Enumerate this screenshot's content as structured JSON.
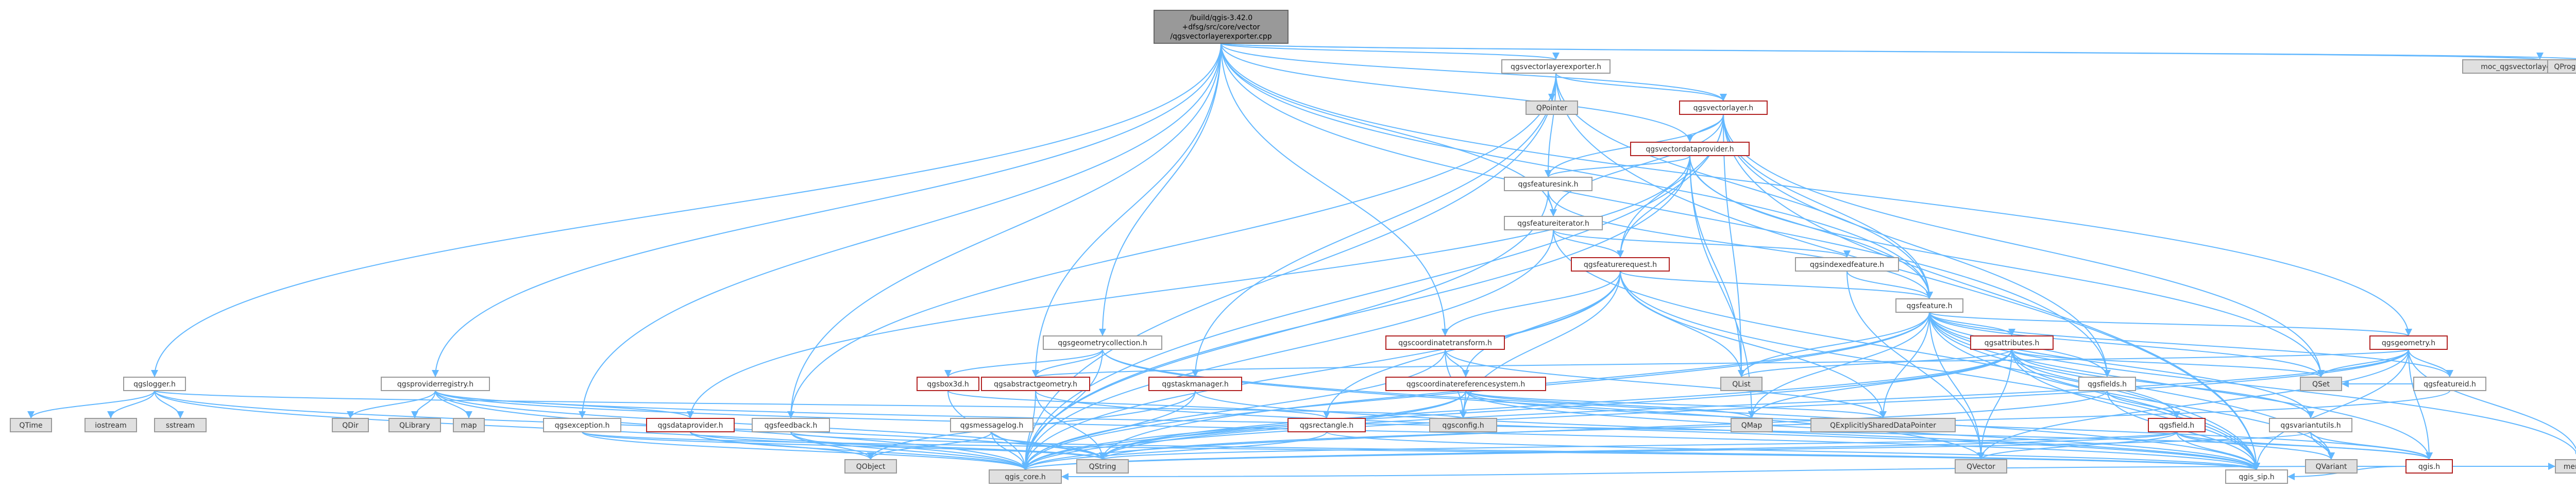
{
  "colors": {
    "edge": "#63b8ff",
    "node_fill": "#ffffff",
    "node_stroke": "#9a9a9a",
    "red_stroke": "#b22222",
    "gray_fill": "#e0e0e0",
    "root_fill": "#999999",
    "text": "#333333"
  },
  "nodes": [
    {
      "id": "root",
      "lines": [
        "/build/qgis-3.42.0",
        "+dfsg/src/core/vector",
        "/qgsvectorlayerexporter.cpp"
      ],
      "style": "root"
    },
    {
      "id": "qgsvectorlayerexporter_h",
      "lines": [
        "qgsvectorlayerexporter.h"
      ],
      "style": "normal"
    },
    {
      "id": "moc",
      "lines": [
        "moc_qgsvectorlayerexporter.cpp"
      ],
      "style": "gray"
    },
    {
      "id": "qprogressdialog",
      "lines": [
        "QProgressDialog"
      ],
      "style": "gray"
    },
    {
      "id": "qpointer",
      "lines": [
        "QPointer"
      ],
      "style": "gray"
    },
    {
      "id": "qgsvectorlayer_h",
      "lines": [
        "qgsvectorlayer.h"
      ],
      "style": "red"
    },
    {
      "id": "qgsvectordataprovider_h",
      "lines": [
        "qgsvectordataprovider.h"
      ],
      "style": "red"
    },
    {
      "id": "qgsfeaturesink_h",
      "lines": [
        "qgsfeaturesink.h"
      ],
      "style": "normal"
    },
    {
      "id": "qgsfeatureiterator_h",
      "lines": [
        "qgsfeatureiterator.h"
      ],
      "style": "normal"
    },
    {
      "id": "qgsfeaturerequest_h",
      "lines": [
        "qgsfeaturerequest.h"
      ],
      "style": "red"
    },
    {
      "id": "qgsindexedfeature_h",
      "lines": [
        "qgsindexedfeature.h"
      ],
      "style": "normal"
    },
    {
      "id": "qgsfeature_h",
      "lines": [
        "qgsfeature.h"
      ],
      "style": "normal"
    },
    {
      "id": "qgsgeometrycollection_h",
      "lines": [
        "qgsgeometrycollection.h"
      ],
      "style": "normal"
    },
    {
      "id": "qgscoordinatetransform_h",
      "lines": [
        "qgscoordinatetransform.h"
      ],
      "style": "red"
    },
    {
      "id": "qgscrs_h",
      "lines": [
        "qgscoordinatereferencesystem.h"
      ],
      "style": "red"
    },
    {
      "id": "qgsattributes_h",
      "lines": [
        "qgsattributes.h"
      ],
      "style": "red"
    },
    {
      "id": "qgsfields_h",
      "lines": [
        "qgsfields.h"
      ],
      "style": "normal"
    },
    {
      "id": "qgsgeometry_h",
      "lines": [
        "qgsgeometry.h"
      ],
      "style": "red"
    },
    {
      "id": "qgsfeatureid_h",
      "lines": [
        "qgsfeatureid.h"
      ],
      "style": "normal"
    },
    {
      "id": "qgslogger_h",
      "lines": [
        "qgslogger.h"
      ],
      "style": "normal"
    },
    {
      "id": "qgsproviderregistry_h",
      "lines": [
        "qgsproviderregistry.h"
      ],
      "style": "normal"
    },
    {
      "id": "qgsexception_h",
      "lines": [
        "qgsexception.h"
      ],
      "style": "normal"
    },
    {
      "id": "qgsfeedback_h",
      "lines": [
        "qgsfeedback.h"
      ],
      "style": "normal"
    },
    {
      "id": "qgsmessagelog_h",
      "lines": [
        "qgsmessagelog.h"
      ],
      "style": "normal"
    },
    {
      "id": "qgsbox3d_h",
      "lines": [
        "qgsbox3d.h"
      ],
      "style": "red"
    },
    {
      "id": "qgsabstractgeometry_h",
      "lines": [
        "qgsabstractgeometry.h"
      ],
      "style": "red"
    },
    {
      "id": "qgstaskmanager_h",
      "lines": [
        "qgstaskmanager.h"
      ],
      "style": "red"
    },
    {
      "id": "qgsdataprovider_h",
      "lines": [
        "qgsdataprovider.h"
      ],
      "style": "red"
    },
    {
      "id": "qgsrectangle_h",
      "lines": [
        "qgsrectangle.h"
      ],
      "style": "red"
    },
    {
      "id": "qgsconfig_h",
      "lines": [
        "qgsconfig.h"
      ],
      "style": "gray"
    },
    {
      "id": "qgsvariantutils_h",
      "lines": [
        "qgsvariantutils.h"
      ],
      "style": "normal"
    },
    {
      "id": "qgsfield_h",
      "lines": [
        "qgsfield.h"
      ],
      "style": "red"
    },
    {
      "id": "qgis_h",
      "lines": [
        "qgis.h"
      ],
      "style": "red"
    },
    {
      "id": "qgis_core_h",
      "lines": [
        "qgis_core.h"
      ],
      "style": "gray"
    },
    {
      "id": "qgis_sip_h",
      "lines": [
        "qgis_sip.h"
      ],
      "style": "normal"
    },
    {
      "id": "qtime",
      "lines": [
        "QTime"
      ],
      "style": "gray"
    },
    {
      "id": "iostream",
      "lines": [
        "iostream"
      ],
      "style": "gray"
    },
    {
      "id": "sstream",
      "lines": [
        "sstream"
      ],
      "style": "gray"
    },
    {
      "id": "qdir",
      "lines": [
        "QDir"
      ],
      "style": "gray"
    },
    {
      "id": "qlibrary",
      "lines": [
        "QLibrary"
      ],
      "style": "gray"
    },
    {
      "id": "map",
      "lines": [
        "map"
      ],
      "style": "gray"
    },
    {
      "id": "qobject",
      "lines": [
        "QObject"
      ],
      "style": "gray"
    },
    {
      "id": "qstring",
      "lines": [
        "QString"
      ],
      "style": "gray"
    },
    {
      "id": "qmap",
      "lines": [
        "QMap"
      ],
      "style": "gray"
    },
    {
      "id": "qexplicitly",
      "lines": [
        "QExplicitlySharedDataPointer"
      ],
      "style": "gray"
    },
    {
      "id": "qlist",
      "lines": [
        "QList"
      ],
      "style": "gray"
    },
    {
      "id": "qset",
      "lines": [
        "QSet"
      ],
      "style": "gray"
    },
    {
      "id": "qvector",
      "lines": [
        "QVector"
      ],
      "style": "gray"
    },
    {
      "id": "qvariant",
      "lines": [
        "QVariant"
      ],
      "style": "gray"
    },
    {
      "id": "memory",
      "lines": [
        "memory"
      ],
      "style": "gray"
    }
  ],
  "edges": [
    [
      "root",
      "qgsvectorlayerexporter_h"
    ],
    [
      "root",
      "moc"
    ],
    [
      "root",
      "qprogressdialog"
    ],
    [
      "root",
      "qgsvectorlayer_h"
    ],
    [
      "root",
      "qgsvectordataprovider_h"
    ],
    [
      "root",
      "qgsfeatureiterator_h"
    ],
    [
      "root",
      "qgsfeature_h"
    ],
    [
      "root",
      "qgsgeometrycollection_h"
    ],
    [
      "root",
      "qgscoordinatetransform_h"
    ],
    [
      "root",
      "qgsabstractgeometry_h"
    ],
    [
      "root",
      "qgslogger_h"
    ],
    [
      "root",
      "qgsproviderregistry_h"
    ],
    [
      "root",
      "qgsexception_h"
    ],
    [
      "root",
      "qgsfeedback_h"
    ],
    [
      "root",
      "qgsgeometry_h"
    ],
    [
      "root",
      "qgsfields_h"
    ],
    [
      "qgsvectorlayerexporter_h",
      "qpointer"
    ],
    [
      "qgsvectorlayerexporter_h",
      "qgsvectorlayer_h"
    ],
    [
      "qgsvectorlayerexporter_h",
      "qgsfeaturesink_h"
    ],
    [
      "qgsvectorlayerexporter_h",
      "qgstaskmanager_h"
    ],
    [
      "qgsvectorlayerexporter_h",
      "qgis_core_h"
    ],
    [
      "qgsvectorlayerexporter_h",
      "qgis_sip_h"
    ],
    [
      "qgsvectorlayerexporter_h",
      "qgsfeature_h"
    ],
    [
      "qgsvectorlayerexporter_h",
      "qgsfeedback_h"
    ],
    [
      "qgsvectorlayer_h",
      "qgsvectordataprovider_h"
    ],
    [
      "qgsvectorlayer_h",
      "qgsfeaturesink_h"
    ],
    [
      "qgsvectorlayer_h",
      "qgsfeatureiterator_h"
    ],
    [
      "qgsvectorlayer_h",
      "qgsfeaturerequest_h"
    ],
    [
      "qgsvectorlayer_h",
      "qgsfeature_h"
    ],
    [
      "qgsvectorlayer_h",
      "qgis_core_h"
    ],
    [
      "qgsvectorlayer_h",
      "qlist"
    ],
    [
      "qgsvectorlayer_h",
      "qset"
    ],
    [
      "qgsvectorlayer_h",
      "qgis_sip_h"
    ],
    [
      "qgsvectorlayer_h",
      "qgsfields_h"
    ],
    [
      "qgsvectordataprovider_h",
      "qgsfeaturesink_h"
    ],
    [
      "qgsvectordataprovider_h",
      "qgsdataprovider_h"
    ],
    [
      "qgsvectordataprovider_h",
      "qgsfeaturerequest_h"
    ],
    [
      "qgsvectordataprovider_h",
      "qgsfeature_h"
    ],
    [
      "qgsvectordataprovider_h",
      "qmap"
    ],
    [
      "qgsvectordataprovider_h",
      "qlist"
    ],
    [
      "qgsvectordataprovider_h",
      "qset"
    ],
    [
      "qgsvectordataprovider_h",
      "qgis_core_h"
    ],
    [
      "qgsfeaturesink_h",
      "qgsfeatureiterator_h"
    ],
    [
      "qgsfeaturesink_h",
      "qgsfeature_h"
    ],
    [
      "qgsfeaturesink_h",
      "qgis_core_h"
    ],
    [
      "qgsfeatureiterator_h",
      "qgsfeaturerequest_h"
    ],
    [
      "qgsfeatureiterator_h",
      "qgsindexedfeature_h"
    ],
    [
      "qgsfeatureiterator_h",
      "qgis_sip_h"
    ],
    [
      "qgsfeatureiterator_h",
      "qgis_core_h"
    ],
    [
      "qgsfeaturerequest_h",
      "qgsfeature_h"
    ],
    [
      "qgsfeaturerequest_h",
      "qgsrectangle_h"
    ],
    [
      "qgsfeaturerequest_h",
      "qgscoordinatetransform_h"
    ],
    [
      "qgsfeaturerequest_h",
      "qgscrs_h"
    ],
    [
      "qgsfeaturerequest_h",
      "qlist"
    ],
    [
      "qgsfeaturerequest_h",
      "qexplicitly"
    ],
    [
      "qgsfeaturerequest_h",
      "qgis_core_h"
    ],
    [
      "qgsfeaturerequest_h",
      "qgis_sip_h"
    ],
    [
      "qgsfeaturerequest_h",
      "qgsconfig_h"
    ],
    [
      "qgsindexedfeature_h",
      "qvector"
    ],
    [
      "qgsindexedfeature_h",
      "qgsfeature_h"
    ],
    [
      "qgsfeature_h",
      "qgis_core_h"
    ],
    [
      "qgsfeature_h",
      "qgis_sip_h"
    ],
    [
      "qgsfeature_h",
      "qexplicitly"
    ],
    [
      "qgsfeature_h",
      "qlist"
    ],
    [
      "qgsfeature_h",
      "qvector"
    ],
    [
      "qgsfeature_h",
      "qset"
    ],
    [
      "qgsfeature_h",
      "qmap"
    ],
    [
      "qgsfeature_h",
      "qvariant"
    ],
    [
      "qgsfeature_h",
      "qstring"
    ],
    [
      "qgsfeature_h",
      "memory"
    ],
    [
      "qgsfeature_h",
      "qgsattributes_h"
    ],
    [
      "qgsfeature_h",
      "qgsfields_h"
    ],
    [
      "qgsfeature_h",
      "qgsfeatureid_h"
    ],
    [
      "qgsfeature_h",
      "qgsgeometry_h"
    ],
    [
      "qgsfeature_h",
      "qgsvariantutils_h"
    ],
    [
      "qgsfeature_h",
      "qgis_h"
    ],
    [
      "qgsgeometrycollection_h",
      "qgis_core_h"
    ],
    [
      "qgsgeometrycollection_h",
      "qvector"
    ],
    [
      "qgsgeometrycollection_h",
      "qgsabstractgeometry_h"
    ],
    [
      "qgsgeometrycollection_h",
      "qgsbox3d_h"
    ],
    [
      "qgsgeometrycollection_h",
      "qgis_sip_h"
    ],
    [
      "qgscoordinatetransform_h",
      "qgis_core_h"
    ],
    [
      "qgscoordinatetransform_h",
      "qexplicitly"
    ],
    [
      "qgscoordinatetransform_h",
      "qgscrs_h"
    ],
    [
      "qgscoordinatetransform_h",
      "qgsconfig_h"
    ],
    [
      "qgscrs_h",
      "qgis_core_h"
    ],
    [
      "qgscrs_h",
      "qstring"
    ],
    [
      "qgscrs_h",
      "qmap"
    ],
    [
      "qgscrs_h",
      "qexplicitly"
    ],
    [
      "qgscrs_h",
      "qgis_sip_h"
    ],
    [
      "qgscrs_h",
      "qgsconfig_h"
    ],
    [
      "qgscrs_h",
      "qgis_h"
    ],
    [
      "qgsattributes_h",
      "qgis_core_h"
    ],
    [
      "qgsattributes_h",
      "qgis_sip_h"
    ],
    [
      "qgsattributes_h",
      "qmap"
    ],
    [
      "qgsattributes_h",
      "qstring"
    ],
    [
      "qgsattributes_h",
      "qvariant"
    ],
    [
      "qgsattributes_h",
      "qlist"
    ],
    [
      "qgsattributes_h",
      "qvector"
    ],
    [
      "qgsattributes_h",
      "qset"
    ],
    [
      "qgsattributes_h",
      "qgsfield_h"
    ],
    [
      "qgsattributes_h",
      "qgsvariantutils_h"
    ],
    [
      "qgsfields_h",
      "qgis_core_h"
    ],
    [
      "qgsfields_h",
      "qgis_sip_h"
    ],
    [
      "qgsfields_h",
      "qgsfield_h"
    ],
    [
      "qgsgeometry_h",
      "qgis_core_h"
    ],
    [
      "qgsgeometry_h",
      "qset"
    ],
    [
      "qgsgeometry_h",
      "qstring"
    ],
    [
      "qgsgeometry_h",
      "qvector"
    ],
    [
      "qgsgeometry_h",
      "qgis_sip_h"
    ],
    [
      "qgsgeometry_h",
      "memory"
    ],
    [
      "qgsgeometry_h",
      "qgsabstractgeometry_h"
    ],
    [
      "qgsgeometry_h",
      "qgsfeatureid_h"
    ],
    [
      "qgsgeometry_h",
      "qgis_h"
    ],
    [
      "qgsfeatureid_h",
      "qset"
    ],
    [
      "qgsfeatureid_h",
      "qstring"
    ],
    [
      "qgslogger_h",
      "iostream"
    ],
    [
      "qgslogger_h",
      "sstream"
    ],
    [
      "qgslogger_h",
      "qstring"
    ],
    [
      "qgslogger_h",
      "qtime"
    ],
    [
      "qgslogger_h",
      "qgis_core_h"
    ],
    [
      "qgslogger_h",
      "qgsconfig_h"
    ],
    [
      "qgsproviderregistry_h",
      "qdir"
    ],
    [
      "qgsproviderregistry_h",
      "qlibrary"
    ],
    [
      "qgsproviderregistry_h",
      "qstring"
    ],
    [
      "qgsproviderregistry_h",
      "map"
    ],
    [
      "qgsproviderregistry_h",
      "qgis_core_h"
    ],
    [
      "qgsproviderregistry_h",
      "qgis_sip_h"
    ],
    [
      "qgsproviderregistry_h",
      "qgsdataprovider_h"
    ],
    [
      "qgsproviderregistry_h",
      "qgis_h"
    ],
    [
      "qgsexception_h",
      "qstring"
    ],
    [
      "qgsexception_h",
      "qgis_core_h"
    ],
    [
      "qgsexception_h",
      "qgis_sip_h"
    ],
    [
      "qgsfeedback_h",
      "qobject"
    ],
    [
      "qgsfeedback_h",
      "qgis_core_h"
    ],
    [
      "qgsfeedback_h",
      "qgis_sip_h"
    ],
    [
      "qgsmessagelog_h",
      "qstring"
    ],
    [
      "qgsmessagelog_h",
      "qobject"
    ],
    [
      "qgsmessagelog_h",
      "qgis_core_h"
    ],
    [
      "qgsbox3d_h",
      "qgis_core_h"
    ],
    [
      "qgsbox3d_h",
      "qgsrectangle_h"
    ],
    [
      "qgsabstractgeometry_h",
      "qgis_core_h"
    ],
    [
      "qgsabstractgeometry_h",
      "qstring"
    ],
    [
      "qgsabstractgeometry_h",
      "qgis_sip_h"
    ],
    [
      "qgstaskmanager_h",
      "qobject"
    ],
    [
      "qgstaskmanager_h",
      "qgis_core_h"
    ],
    [
      "qgstaskmanager_h",
      "qgis_sip_h"
    ],
    [
      "qgsdataprovider_h",
      "qgis_core_h"
    ],
    [
      "qgsdataprovider_h",
      "qobject"
    ],
    [
      "qgsdataprovider_h",
      "qstring"
    ],
    [
      "qgsrectangle_h",
      "qgis_core_h"
    ],
    [
      "qgsrectangle_h",
      "qgis_sip_h"
    ],
    [
      "qgsvariantutils_h",
      "qgis_core_h"
    ],
    [
      "qgsvariantutils_h",
      "qgis_h"
    ],
    [
      "qgsvariantutils_h",
      "qvariant"
    ],
    [
      "qgsfield_h",
      "qgis_core_h"
    ],
    [
      "qgsfield_h",
      "qgis_sip_h"
    ],
    [
      "qgsfield_h",
      "qstring"
    ],
    [
      "qgsfield_h",
      "qvariant"
    ],
    [
      "qgsfield_h",
      "qvector"
    ],
    [
      "qgsfield_h",
      "qgis_h"
    ],
    [
      "qgis_h",
      "qgis_sip_h"
    ],
    [
      "qgis_h",
      "qgis_core_h"
    ],
    [
      "qgis_h",
      "memory"
    ]
  ]
}
